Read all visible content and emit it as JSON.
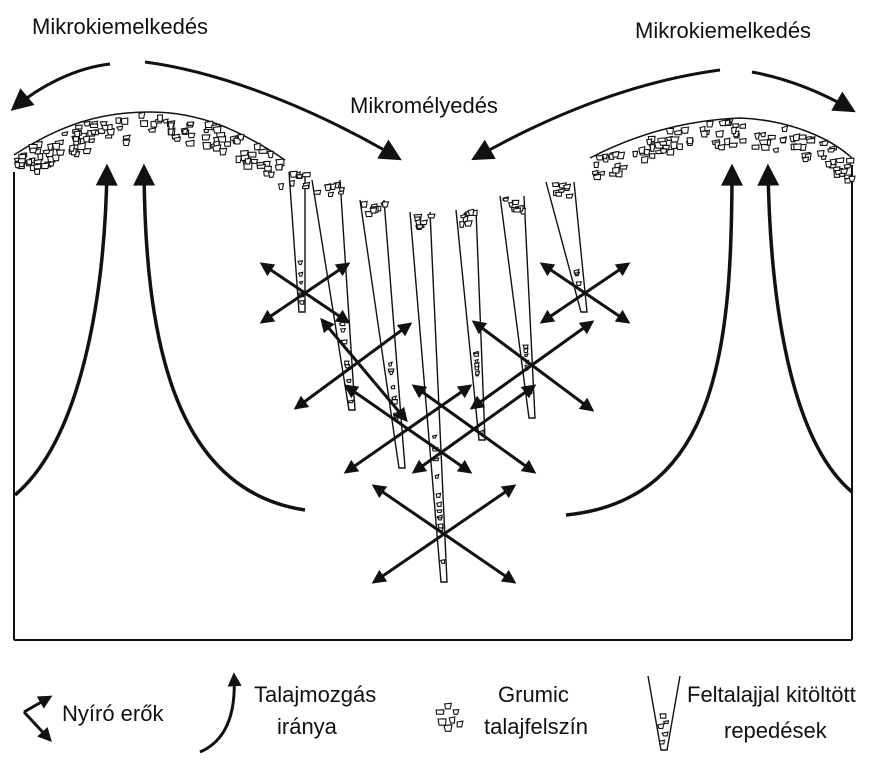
{
  "labels": {
    "micro_elevation_left": "Mikrokiemelkedés",
    "micro_elevation_right": "Mikrokiemelkedés",
    "micro_depression": "Mikromélyedés"
  },
  "legend": {
    "shear_forces": "Nyíró erők",
    "soil_movement_line1": "Talajmozgás",
    "soil_movement_line2": "iránya",
    "grumic_line1": "Grumic",
    "grumic_line2": "talajfelszín",
    "cracks_line1": "Feltalajjal kitöltött",
    "cracks_line2": "repedések"
  },
  "colors": {
    "ink": "#111111",
    "background": "#ffffff"
  }
}
